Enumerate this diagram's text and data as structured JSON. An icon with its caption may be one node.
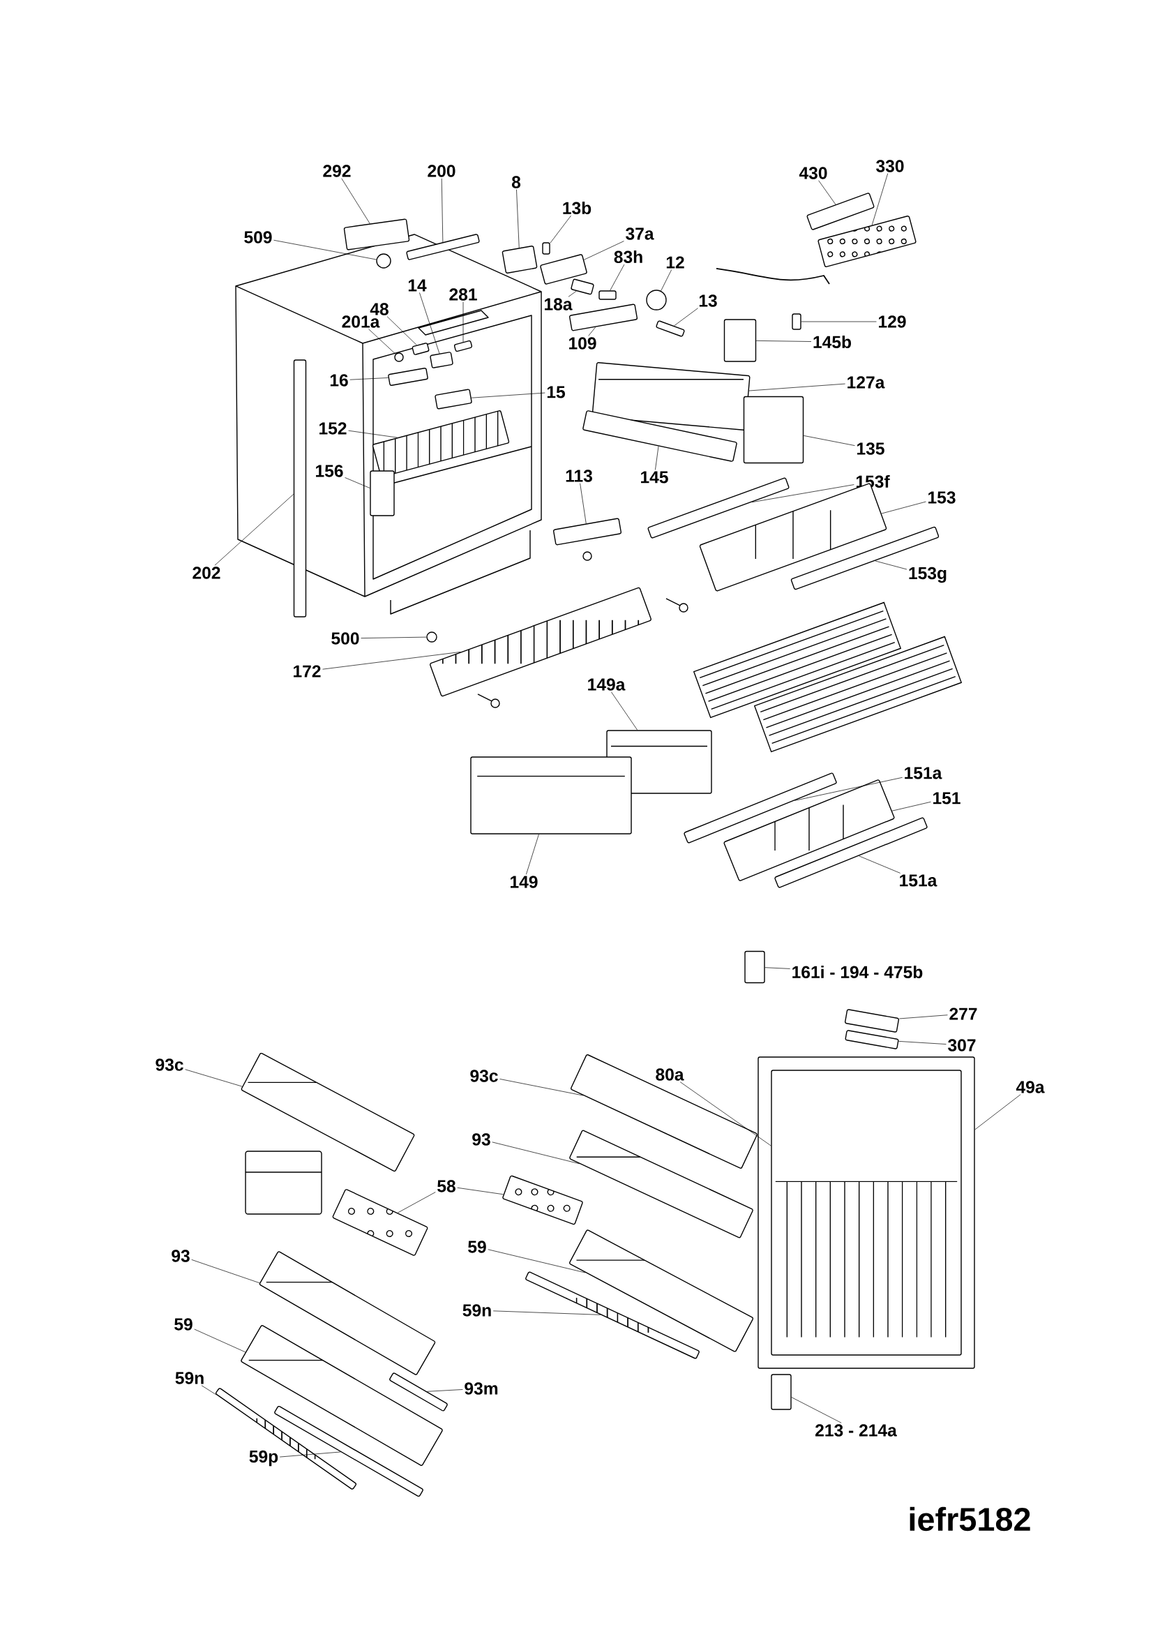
{
  "diagram": {
    "nodes": [
      {
        "text": [
          "292"
        ]
      },
      {
        "text": [],
        "shape": "picture"
      },
      {
        "text": [
          "200"
        ]
      },
      {
        "text": [],
        "shape": "picture"
      },
      {
        "text": [
          "509"
        ]
      },
      {
        "text": [],
        "shape": "circle"
      },
      {
        "text": [
          "8"
        ]
      },
      {
        "text": [],
        "shape": "picture"
      },
      {
        "text": [
          "13b"
        ]
      },
      {
        "text": [],
        "shape": "box"
      },
      {
        "text": [
          "37a"
        ]
      },
      {
        "text": [],
        "shape": "picture"
      },
      {
        "text": [
          "430"
        ]
      },
      {
        "text": [],
        "shape": "picture"
      },
      {
        "text": [
          "330"
        ]
      },
      {
        "text": [],
        "shape": "picture"
      },
      {
        "text": [
          "83h"
        ]
      },
      {
        "text": [],
        "shape": "box"
      },
      {
        "text": [
          "12"
        ]
      },
      {
        "text": [],
        "shape": "circle"
      },
      {
        "text": [
          "14"
        ]
      },
      {
        "text": [],
        "shape": "picture"
      },
      {
        "text": [
          "281"
        ]
      },
      {
        "text": [],
        "shape": "picture"
      },
      {
        "text": [
          "18a"
        ]
      },
      {
        "text": [],
        "shape": "picture"
      },
      {
        "text": [
          "48"
        ]
      },
      {
        "text": [],
        "shape": "picture"
      },
      {
        "text": [
          "13"
        ]
      },
      {
        "text": [],
        "shape": "picture"
      },
      {
        "text": [
          "201a"
        ]
      },
      {
        "text": [],
        "shape": "circle"
      },
      {
        "text": [
          "129"
        ]
      },
      {
        "text": [],
        "shape": "box"
      },
      {
        "text": [
          "109"
        ]
      },
      {
        "text": [],
        "shape": "picture"
      },
      {
        "text": [
          "145b"
        ]
      },
      {
        "text": [],
        "shape": "box"
      },
      {
        "text": [
          "16"
        ]
      },
      {
        "text": [],
        "shape": "picture"
      },
      {
        "text": [
          "15"
        ]
      },
      {
        "text": [],
        "shape": "picture"
      },
      {
        "text": [
          "127a"
        ]
      },
      {
        "text": [],
        "shape": "picture"
      },
      {
        "text": [
          "152"
        ]
      },
      {
        "text": [],
        "shape": "picture"
      },
      {
        "text": [
          "135"
        ]
      },
      {
        "text": [],
        "shape": "box"
      },
      {
        "text": [
          "156"
        ]
      },
      {
        "text": [],
        "shape": "box"
      },
      {
        "text": [
          "145"
        ]
      },
      {
        "text": [],
        "shape": "picture"
      },
      {
        "text": [
          "113"
        ]
      },
      {
        "text": [],
        "shape": "picture"
      },
      {
        "text": [
          "153f"
        ]
      },
      {
        "text": [],
        "shape": "picture"
      },
      {
        "text": [
          "153"
        ]
      },
      {
        "text": [],
        "shape": "picture"
      },
      {
        "text": [
          "202"
        ]
      },
      {
        "text": [],
        "shape": "bar"
      },
      {
        "text": [
          "153g"
        ]
      },
      {
        "text": [],
        "shape": "picture"
      },
      {
        "text": [
          "500"
        ]
      },
      {
        "text": [],
        "shape": "circle"
      },
      {
        "text": [
          "172"
        ]
      },
      {
        "text": [],
        "shape": "picture"
      },
      {
        "text": [
          "149a"
        ]
      },
      {
        "text": [],
        "shape": "picture"
      },
      {
        "text": [
          "151a"
        ]
      },
      {
        "text": [],
        "shape": "picture"
      },
      {
        "text": [
          "151"
        ]
      },
      {
        "text": [],
        "shape": "picture"
      },
      {
        "text": [
          "149"
        ]
      },
      {
        "text": [],
        "shape": "picture"
      },
      {
        "text": [
          "151a"
        ]
      },
      {
        "text": [],
        "shape": "picture"
      },
      {
        "text": [
          "161i - 194 - 475b"
        ]
      },
      {
        "text": [],
        "shape": "box"
      },
      {
        "text": [
          "277"
        ]
      },
      {
        "text": [],
        "shape": "picture"
      },
      {
        "text": [
          "307"
        ]
      },
      {
        "text": [],
        "shape": "picture"
      },
      {
        "text": [
          "49a"
        ]
      },
      {
        "text": [],
        "shape": "picture"
      },
      {
        "text": [
          "80a"
        ]
      },
      {
        "text": [],
        "shape": "picture",
        "in": 83
      },
      {
        "text": [
          "93c"
        ]
      },
      {
        "text": [],
        "shape": "picture"
      },
      {
        "text": [
          "93c"
        ]
      },
      {
        "text": [],
        "shape": "picture"
      },
      {
        "text": [
          "93"
        ]
      },
      {
        "text": [],
        "shape": "picture"
      },
      {
        "text": [
          "58"
        ]
      },
      {
        "text": [],
        "shape": "picture"
      },
      {
        "text": [],
        "shape": "picture"
      },
      {
        "text": [
          "93"
        ]
      },
      {
        "text": [],
        "shape": "picture"
      },
      {
        "text": [
          "59"
        ]
      },
      {
        "text": [],
        "shape": "picture"
      },
      {
        "text": [
          "59n"
        ]
      },
      {
        "text": [],
        "shape": "picture"
      },
      {
        "text": [
          "59"
        ]
      },
      {
        "text": [],
        "shape": "picture"
      },
      {
        "text": [
          "213 - 214a"
        ]
      },
      {
        "text": [],
        "shape": "box"
      },
      {
        "text": [
          "93m"
        ]
      },
      {
        "text": [],
        "shape": "picture"
      },
      {
        "text": [
          "59n"
        ]
      },
      {
        "text": [],
        "shape": "picture"
      },
      {
        "text": [
          "59p"
        ]
      },
      {
        "text": [],
        "shape": "picture"
      }
    ],
    "edges": [
      {
        "from": 0,
        "to": 1,
        "arrow": "none"
      },
      {
        "from": 2,
        "to": 3,
        "arrow": "none"
      },
      {
        "from": 4,
        "to": 5,
        "arrow": "none"
      },
      {
        "from": 6,
        "to": 7,
        "arrow": "none"
      },
      {
        "from": 8,
        "to": 9,
        "arrow": "none"
      },
      {
        "from": 10,
        "to": 11,
        "arrow": "none"
      },
      {
        "from": 12,
        "to": 13,
        "arrow": "none"
      },
      {
        "from": 14,
        "to": 15,
        "arrow": "none"
      },
      {
        "from": 16,
        "to": 17,
        "arrow": "none"
      },
      {
        "from": 18,
        "to": 19,
        "arrow": "none"
      },
      {
        "from": 20,
        "to": 21,
        "arrow": "none"
      },
      {
        "from": 22,
        "to": 23,
        "arrow": "none"
      },
      {
        "from": 24,
        "to": 25,
        "arrow": "none"
      },
      {
        "from": 26,
        "to": 27,
        "arrow": "none"
      },
      {
        "from": 28,
        "to": 29,
        "arrow": "none"
      },
      {
        "from": 30,
        "to": 31,
        "arrow": "none"
      },
      {
        "from": 32,
        "to": 33,
        "arrow": "none"
      },
      {
        "from": 34,
        "to": 35,
        "arrow": "none"
      },
      {
        "from": 36,
        "to": 37,
        "arrow": "none"
      },
      {
        "from": 38,
        "to": 39,
        "arrow": "none"
      },
      {
        "from": 40,
        "to": 41,
        "arrow": "none"
      },
      {
        "from": 42,
        "to": 43,
        "arrow": "none"
      },
      {
        "from": 44,
        "to": 45,
        "arrow": "none"
      },
      {
        "from": 46,
        "to": 47,
        "arrow": "none"
      },
      {
        "from": 48,
        "to": 49,
        "arrow": "none"
      },
      {
        "from": 50,
        "to": 51,
        "arrow": "none"
      },
      {
        "from": 52,
        "to": 53,
        "arrow": "none"
      },
      {
        "from": 54,
        "to": 55,
        "arrow": "none"
      },
      {
        "from": 56,
        "to": 57,
        "arrow": "none"
      },
      {
        "from": 58,
        "to": 59,
        "arrow": "none"
      },
      {
        "from": 60,
        "to": 61,
        "arrow": "none"
      },
      {
        "from": 62,
        "to": 63,
        "arrow": "none"
      },
      {
        "from": 64,
        "to": 65,
        "arrow": "none"
      },
      {
        "from": 66,
        "to": 67,
        "arrow": "none"
      },
      {
        "from": 68,
        "to": 69,
        "arrow": "none"
      },
      {
        "from": 70,
        "to": 71,
        "arrow": "none"
      },
      {
        "from": 72,
        "to": 73,
        "arrow": "none"
      },
      {
        "from": 74,
        "to": 75,
        "arrow": "none"
      },
      {
        "from": 76,
        "to": 77,
        "arrow": "none"
      },
      {
        "from": 78,
        "to": 79,
        "arrow": "none"
      },
      {
        "from": 80,
        "to": 81,
        "arrow": "none"
      },
      {
        "from": 82,
        "to": 83,
        "arrow": "none"
      },
      {
        "from": 84,
        "to": 85,
        "arrow": "none"
      },
      {
        "from": 86,
        "to": 87,
        "arrow": "none"
      },
      {
        "from": 88,
        "to": 89,
        "arrow": "none"
      },
      {
        "from": 90,
        "to": 91,
        "arrow": "none"
      },
      {
        "from": 92,
        "to": 93,
        "arrow": "none"
      },
      {
        "from": 92,
        "to": 94,
        "arrow": "none"
      },
      {
        "from": 95,
        "to": 96,
        "arrow": "none"
      },
      {
        "from": 97,
        "to": 98,
        "arrow": "none"
      },
      {
        "from": 99,
        "to": 100,
        "arrow": "none"
      },
      {
        "from": 101,
        "to": 102,
        "arrow": "none"
      },
      {
        "from": 103,
        "to": 104,
        "arrow": "none"
      },
      {
        "from": 105,
        "to": 106,
        "arrow": "none"
      },
      {
        "from": 107,
        "to": 108,
        "arrow": "none"
      },
      {
        "from": 109,
        "to": 110,
        "arrow": "none"
      }
    ],
    "labels": [
      "iefr5182"
    ]
  }
}
